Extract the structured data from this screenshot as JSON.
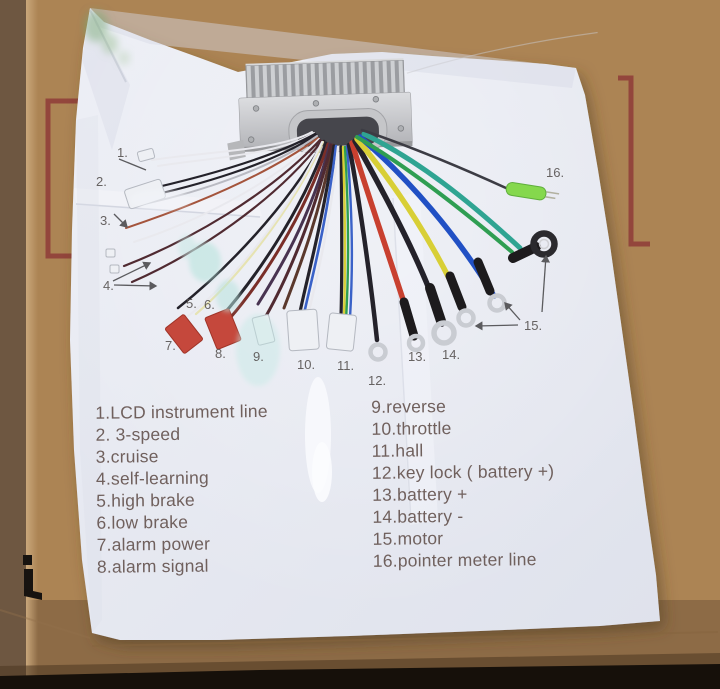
{
  "photo_subject": "controller wiring instruction sheet on cardboard box",
  "diagram": {
    "wire_labels": [
      "1.",
      "2.",
      "3.",
      "4.",
      "5.",
      "6.",
      "7.",
      "8.",
      "9.",
      "10.",
      "11.",
      "12.",
      "13.",
      "14.",
      "15.",
      "16."
    ]
  },
  "legend": {
    "left": [
      "1.LCD instrument line",
      "2. 3-speed",
      "3.cruise",
      "4.self-learning",
      "5.high brake",
      "6.low brake",
      "7.alarm power",
      "8.alarm signal"
    ],
    "right": [
      "9.reverse",
      "10.throttle",
      "11.hall",
      "12.key lock ( battery +)",
      "13.battery +",
      "14.battery -",
      "15.motor",
      "16.pointer meter line"
    ]
  },
  "colors": {
    "cardboard": "#ac8454",
    "cardboard_lower": "#8d6b46",
    "cardboard_strip": "#6e5741",
    "strip_ridge": "#c9a77b",
    "shadow_band": "#4d3620",
    "bottom_black": "#16100a",
    "print_red": "#8e3b38",
    "paper": "#e7e9f2",
    "ink": "#665551",
    "label_ink": "#504b49",
    "controller_silver": "#c5c6c9",
    "grommet_hole": "#46464c",
    "wire_black": "#24222a",
    "wire_dark_maroon": "#502a31",
    "wire_dark_red": "#7a2e28",
    "wire_purple": "#483350",
    "wire_brown": "#5a382c",
    "wire_rust": "#a4543c",
    "wire_red": "#c8402f",
    "wire_yellow": "#d8cf36",
    "wire_pale_yellow": "#e6e3b2",
    "wire_blue": "#2150c4",
    "wire_blue_thin": "#3a62c8",
    "wire_green": "#2f9e52",
    "wire_teal": "#2fa492",
    "wire_white": "#e9e9ee",
    "wire_gray": "#b9bac2",
    "wire_dark16": "#3c3c44",
    "connector_red": "#c5483c",
    "connector_white": "#eef0f4",
    "ring_silver": "#c9ccd2",
    "ring_black": "#2b2a2e",
    "bullet_green": "#85d84d",
    "bullet_stroke": "#5fae3c"
  }
}
